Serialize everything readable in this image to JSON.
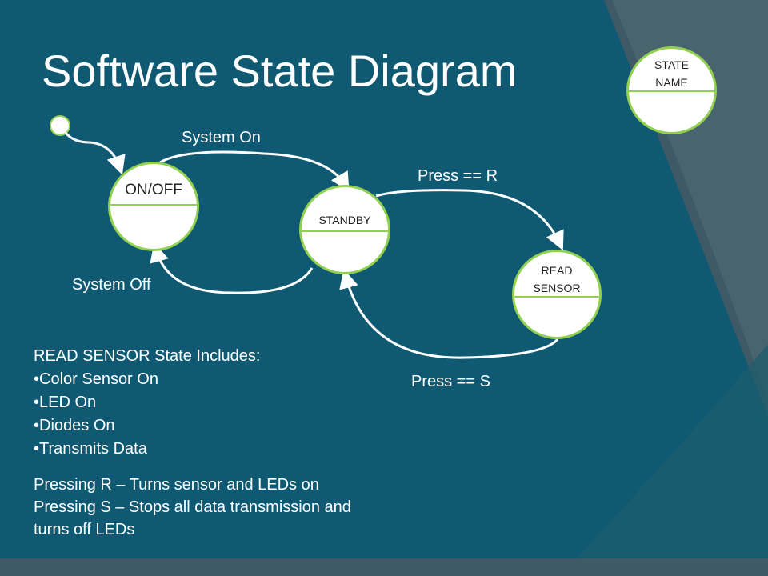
{
  "title": "Software State Diagram",
  "states": {
    "legend": {
      "line1": "STATE",
      "line2": "NAME"
    },
    "on_off": "ON/OFF",
    "standby": "STANDBY",
    "read_sensor": {
      "line1": "READ",
      "line2": "SENSOR"
    }
  },
  "transitions": {
    "system_on": "System On",
    "system_off": "System Off",
    "press_r": "Press == R",
    "press_s": "Press == S"
  },
  "read_sensor_info": {
    "heading": "READ SENSOR State Includes:",
    "items": [
      "•Color Sensor On",
      "•LED On",
      "•Diodes On",
      "•Transmits Data"
    ]
  },
  "notes": {
    "line1": "Pressing R – Turns sensor and LEDs on",
    "line2": "Pressing S – Stops all data transmission and",
    "line3": "turns off LEDs"
  },
  "colors": {
    "background": "#0f5a72",
    "frame": "#3f5a66",
    "state_border": "#92d050",
    "text": "#ffffff"
  }
}
